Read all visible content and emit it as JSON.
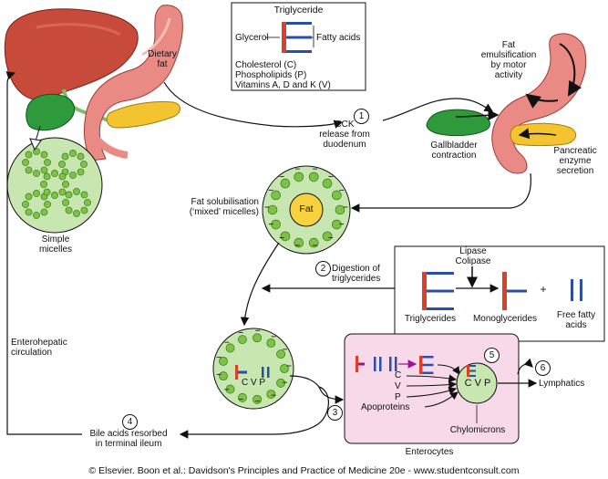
{
  "legend_box": {
    "title": "Triglyceride",
    "glycerol": "Glycerol",
    "fatty_acids": "Fatty acids",
    "lines": "Cholesterol (C)\nPhospholipids (P)\nVitamins A, D and K (V)"
  },
  "labels": {
    "dietary_fat": "Dietary\nfat",
    "cck": "CCK\nrelease from\nduodenum",
    "fat_emulsification": "Fat\nemulsification\nby motor\nactivity",
    "gallbladder_contraction": "Gallbladder\ncontraction",
    "pancreatic_secretion": "Pancreatic\nenzyme\nsecretion",
    "fat_solubilisation": "Fat solubilisation\n(‘mixed’ micelles)",
    "fat_core": "Fat",
    "simple_micelles": "Simple\nmicelles",
    "digestion": "Digestion of\ntriglycerides",
    "lipase_colipase": "Lipase\nColipase",
    "triglycerides": "Triglycerides",
    "monoglycerides": "Monoglycerides",
    "plus": "+",
    "free_fatty_acids": "Free fatty\nacids",
    "enterohepatic": "Enterohepatic\ncirculation",
    "bile_acids": "Bile acids resorbed\nin terminal ileum",
    "lymphatics": "Lymphatics",
    "apoproteins": "Apoproteins",
    "chylomicrons": "Chylomicrons",
    "enterocytes": "Enterocytes",
    "micelle_cvp": "C V P",
    "chylo_cvp": "C V P",
    "list_c": "C",
    "list_v": "V",
    "list_p": "P"
  },
  "steps": [
    "1",
    "2",
    "3",
    "4",
    "5",
    "6"
  ],
  "footer": "© Elsevier. Boon et al.: Davidson's Principles and Practice of Medicine 20e - www.studentconsult.com",
  "colors": {
    "liver": "#c84a3a",
    "stomach": "#e98a84",
    "gallbladder": "#2f9a3c",
    "pancreas": "#f4c430",
    "micelle": "#c7e6b0",
    "micelle_dot": "#7cc243",
    "fat_core": "#f7d23e",
    "enterocyte": "#f7d9ea",
    "glycerol": "#d9412b",
    "fatty_acid": "#2b4fa8",
    "arrow": "#111111",
    "purple": "#a0148c"
  }
}
